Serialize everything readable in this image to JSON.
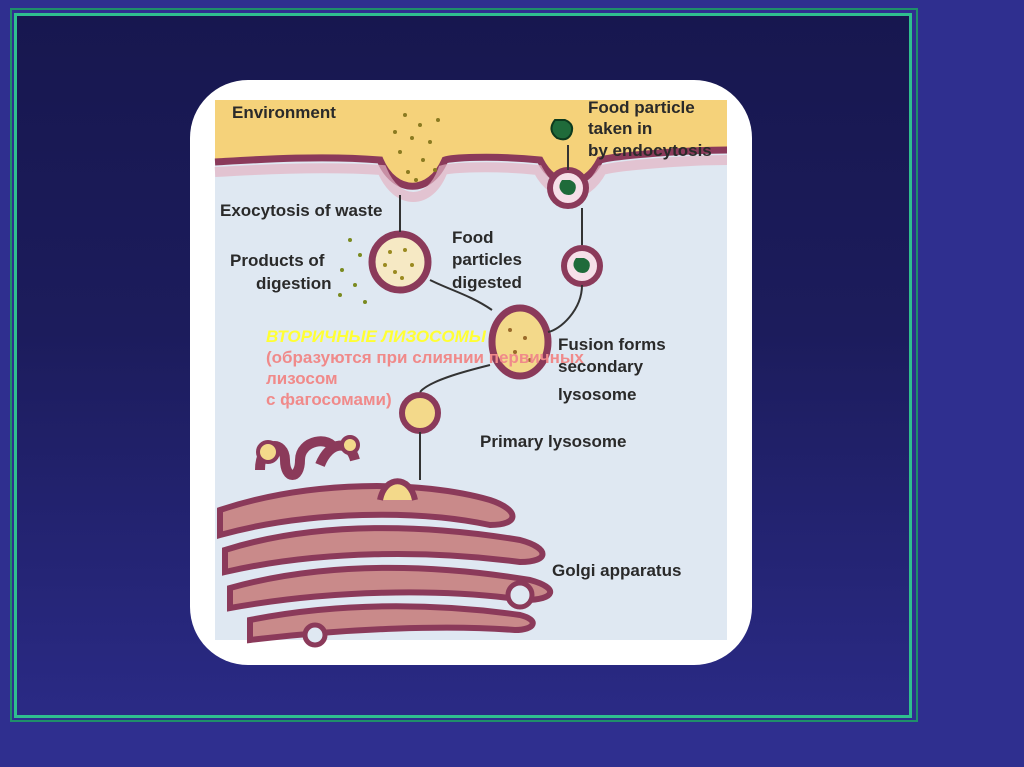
{
  "diagram": {
    "labels": {
      "environment": "Environment",
      "food_taken_1": "Food particle",
      "food_taken_2": "taken in",
      "food_taken_3": "by endocytosis",
      "exocytosis": "Exocytosis of waste",
      "products_1": "Products of",
      "products_2": "digestion",
      "digested_1": "Food",
      "digested_2": "particles",
      "digested_3": "digested",
      "fusion_1": "Fusion forms",
      "fusion_2": "secondary",
      "fusion_3": "lysosome",
      "primary": "Primary lysosome",
      "golgi": "Golgi apparatus"
    },
    "colors": {
      "environment": "#f5d27a",
      "membrane": "#8b3a5a",
      "cytoplasm": "#dfe8f2",
      "golgi_fill": "#c98a8a",
      "enzyme_fill": "#f3d98a",
      "food_particle": "#1f6b3a"
    }
  },
  "overlay": {
    "title": "ВТОРИЧНЫЕ ЛИЗОСОМЫ",
    "line1": "(образуются при слиянии первичных",
    "line2": "лизосом",
    "line3": " с фагосомами)"
  }
}
